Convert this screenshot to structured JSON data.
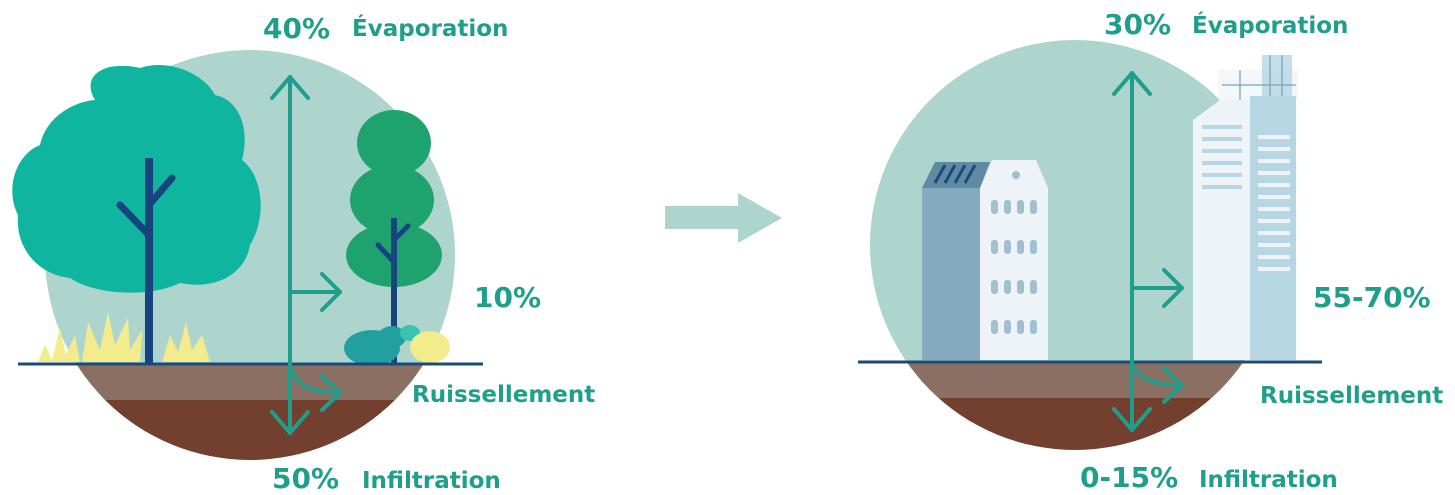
{
  "colors": {
    "teal": "#1f9e8c",
    "sky": "#aed5cd",
    "soil_light": "#8c6f63",
    "soil_dark": "#733f2e",
    "ground_line": "#1b4a7a",
    "tree_big": "#10b5a0",
    "tree_small": "#1fa36e",
    "trunk": "#15447e",
    "grass": "#f2ec8c",
    "bush_teal": "#22a0a0",
    "arrow_between": "#aed5cd",
    "building_blue": "#87abbe",
    "tower_blue": "#b6d6e3"
  },
  "left_panel": {
    "evaporation": {
      "percent": "40%",
      "label": "Évaporation"
    },
    "runoff": {
      "percent": "10%",
      "label": "Ruissellement"
    },
    "infiltration": {
      "percent": "50%",
      "label": "Infiltration"
    }
  },
  "right_panel": {
    "evaporation": {
      "percent": "30%",
      "label": "Évaporation"
    },
    "runoff": {
      "percent": "55-70%",
      "label": "Ruissellement"
    },
    "infiltration": {
      "percent": "0-15%",
      "label": "Infiltration"
    }
  },
  "transition_icon": "right-arrow-icon"
}
